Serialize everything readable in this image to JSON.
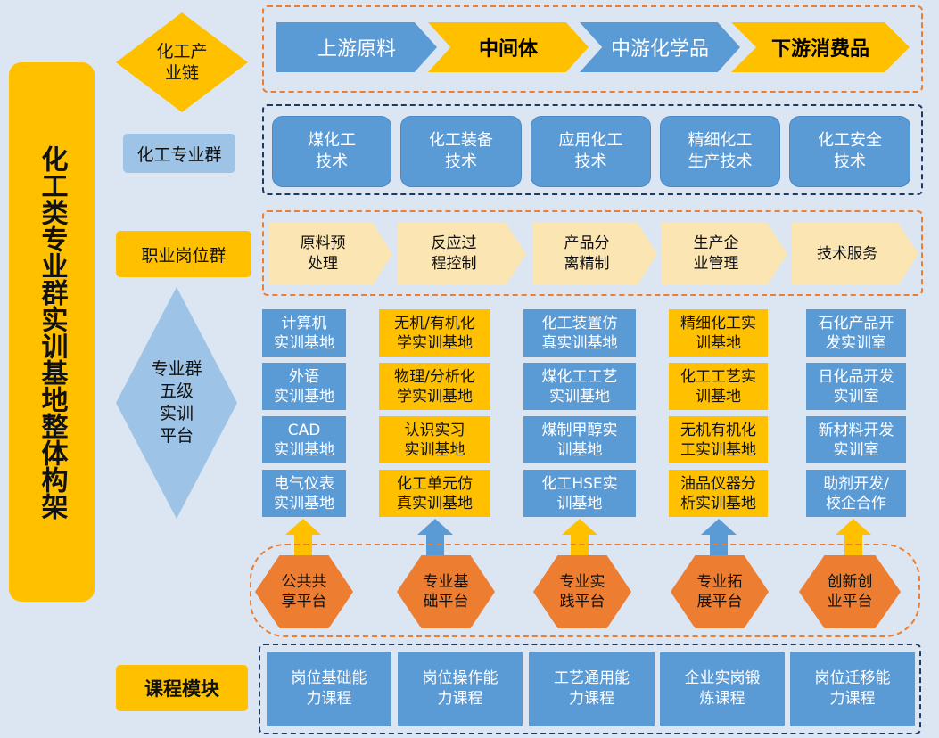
{
  "main_title": "化工类专业群实训基地整体构架",
  "labels": {
    "chain": "化工产\n业链",
    "group": "化工专业群",
    "jobs": "职业岗位群",
    "platform": "专业群\n五级\n实训\n平台",
    "courses": "课程模块"
  },
  "chain": [
    "上游原料",
    "中间体",
    "中游化学品",
    "下游消费品"
  ],
  "majors": [
    "煤化工\n技术",
    "化工装备\n技术",
    "应用化工\n技术",
    "精细化工\n生产技术",
    "化工安全\n技术"
  ],
  "jobs": [
    "原料预\n处理",
    "反应过\n程控制",
    "产品分\n离精制",
    "生产企\n业管理",
    "技术服务"
  ],
  "bases": [
    [
      "计算机\n实训基地",
      "外语\n实训基地",
      "CAD\n实训基地",
      "电气仪表\n实训基地"
    ],
    [
      "无机/有机化\n学实训基地",
      "物理/分析化\n学实训基地",
      "认识实习\n实训基地",
      "化工单元仿\n真实训基地"
    ],
    [
      "化工装置仿\n真实训基地",
      "煤化工工艺\n实训基地",
      "煤制甲醇实\n训基地",
      "化工HSE实\n训基地"
    ],
    [
      "精细化工实\n训基地",
      "化工工艺实\n训基地",
      "无机有机化\n工实训基地",
      "油品仪器分\n析实训基地"
    ],
    [
      "石化产品开\n发实训室",
      "日化品开发\n实训室",
      "新材料开发\n实训室",
      "助剂开发/\n校企合作"
    ]
  ],
  "platforms": [
    "公共共\n享平台",
    "专业基\n础平台",
    "专业实\n践平台",
    "专业拓\n展平台",
    "创新创\n业平台"
  ],
  "courses": [
    "岗位基础能\n力课程",
    "岗位操作能\n力课程",
    "工艺通用能\n力课程",
    "企业实岗锻\n炼课程",
    "岗位迁移能\n力课程"
  ],
  "colors": {
    "background": "#dce6f2",
    "yellow": "#ffc000",
    "blue": "#5b9bd5",
    "orange": "#ed7d31",
    "light_yellow": "#fbe5b3",
    "navy_dash": "#1f3864",
    "orange_dash": "#ed7d31"
  }
}
